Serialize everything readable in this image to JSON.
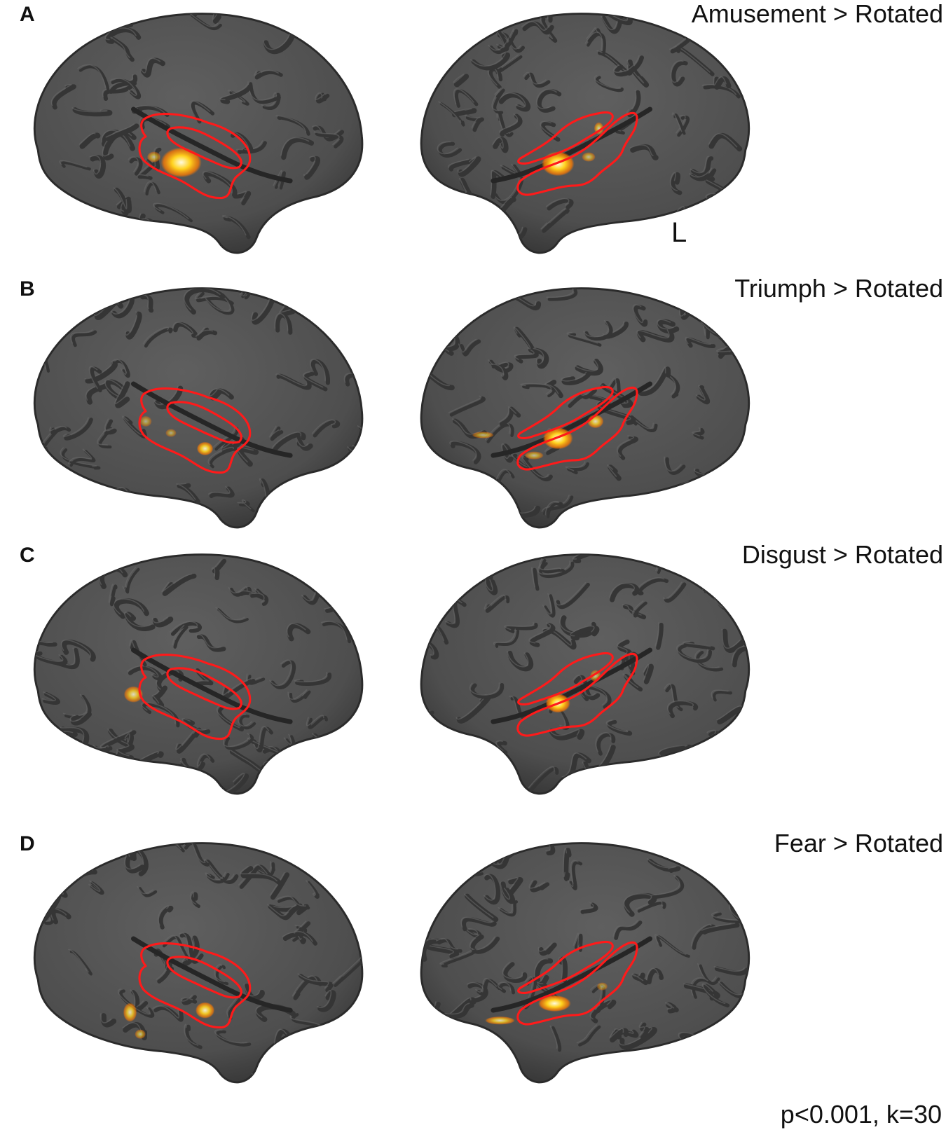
{
  "colors": {
    "cortex": "#4e4e4e",
    "cortex_edge": "#2b2b2b",
    "sulcus": "#353535",
    "gyrus_highlight": "#6a6a6a",
    "roi_outline": "#ff1a1a",
    "activation_hot": "#ffd21e",
    "activation_core": "#fffbe0",
    "activation_edge": "#ff7a00"
  },
  "panels": [
    {
      "letter": "A",
      "title": "Amusement > Rotated",
      "hemisphere_label": "L"
    },
    {
      "letter": "B",
      "title": "Triumph > Rotated"
    },
    {
      "letter": "C",
      "title": "Disgust > Rotated"
    },
    {
      "letter": "D",
      "title": "Fear > Rotated"
    }
  ],
  "footnote": "p<0.001, k=30"
}
